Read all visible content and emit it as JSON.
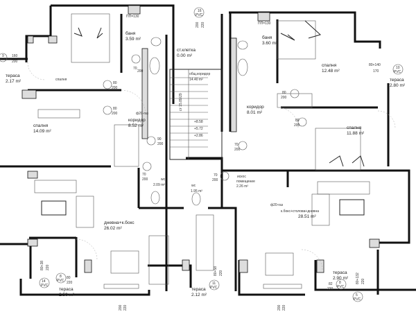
{
  "rooms": {
    "bath_left": {
      "name": "баня",
      "area": "3.59 m²",
      "note": "ПП=130"
    },
    "stair": {
      "name": "ст.клетка",
      "area": "0.00 m²"
    },
    "common_corridor": {
      "name": "общ.коридор",
      "area": "14.40 m²",
      "stair_note": "ст 15.89/29"
    },
    "terrace_tl": {
      "name": "тераса",
      "area": "2.17 m²"
    },
    "closet_left": {
      "name": "спалня"
    },
    "bedroom_left": {
      "name": "спалня",
      "area": "14.09 m²"
    },
    "corridor_left": {
      "name": "коридор",
      "area": "8.52 m²",
      "gas": "ф20-газ"
    },
    "bath_right": {
      "name": "баня",
      "area": "3.60 m²",
      "note": "ПП=130"
    },
    "bedroom_tr": {
      "name": "спалня",
      "area": "12.48 m²"
    },
    "terrace_tr": {
      "name": "тераса",
      "area": "2.80 m²"
    },
    "corridor_right": {
      "name": "коридор",
      "area": "8.01 m²"
    },
    "bedroom_right": {
      "name": "спалня",
      "area": "11.88 m²"
    },
    "wc_left": {
      "name": "wc",
      "area": "2.09 m²"
    },
    "wc_mid": {
      "name": "wc",
      "area": "1.95 m²"
    },
    "storage": {
      "name": "искос",
      "name2": "помещение",
      "area": "2.26 m²"
    },
    "living_left": {
      "name": "дневна+к.бокс",
      "area": "26.02 m²"
    },
    "living_right": {
      "name": "к.бокс+столова+дневна",
      "area": "28.51 m²",
      "gas": "ф20-газ"
    },
    "terrace_bl": {
      "name": "тераса",
      "area": "2.50 m²"
    },
    "terrace_bm": {
      "name": "тераса",
      "area": "2.12 m²"
    },
    "terrace_br": {
      "name": "тераса",
      "area": "2.90 m²"
    }
  },
  "levels": [
    "+8.58",
    "+5.72",
    "+2.86"
  ],
  "doors": [
    {
      "w": "80",
      "h": "200"
    },
    {
      "w": "80",
      "h": "200"
    },
    {
      "w": "70",
      "h": "200"
    },
    {
      "w": "90",
      "h": "200"
    },
    {
      "w": "80",
      "h": "200"
    },
    {
      "w": "80",
      "h": "200"
    },
    {
      "w": "70",
      "h": "200"
    },
    {
      "w": "70",
      "h": "200"
    },
    {
      "w": "70",
      "h": "200"
    }
  ],
  "windows": [
    {
      "n": "10",
      "type": "PVC",
      "size": "80+140",
      "h": "170"
    },
    {
      "n": "8",
      "type": "PVC",
      "size": "80",
      "h": "220"
    },
    {
      "n": "14",
      "type": "PVC",
      "size": "80+38",
      "h": "220"
    },
    {
      "n": "11",
      "type": "PVC",
      "size": "80+58",
      "h": "220"
    },
    {
      "n": "8",
      "type": "PVC",
      "size": "82",
      "h": "220"
    },
    {
      "n": "5",
      "type": "PVC",
      "size": "80+132",
      "h": "220"
    },
    {
      "n": "16",
      "type": "PVC",
      "size": "200",
      "h": "220"
    },
    {
      "n": "9",
      "type": "",
      "size": "160",
      "h": "200"
    }
  ],
  "dims": [
    "200",
    "220",
    "200",
    "220"
  ]
}
